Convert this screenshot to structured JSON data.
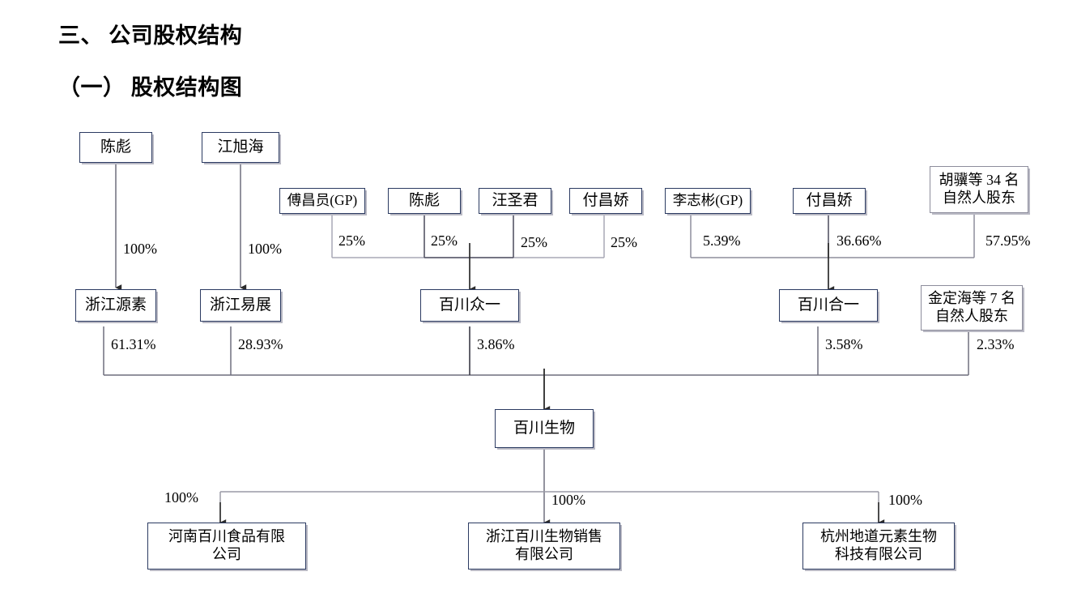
{
  "document": {
    "heading_main": "三、 公司股权结构",
    "heading_sub": "（一） 股权结构图"
  },
  "colors": {
    "box_border": "#2b3a61",
    "box_border_grey": "#8d8d9c",
    "connector": "#3a3a3a",
    "connector_light": "#9a9aa6",
    "text": "#000000",
    "background": "#ffffff"
  },
  "chart_data": {
    "type": "diagram",
    "title": "公司股权结构图",
    "nodes": [
      {
        "id": "chenbiao_top",
        "label": "陈彪",
        "level": 1
      },
      {
        "id": "jiangxuhai",
        "label": "江旭海",
        "level": 1
      },
      {
        "id": "fuchangyuan_gp",
        "label": "傅昌员(GP)",
        "level": 2
      },
      {
        "id": "chenbiao_2",
        "label": "陈彪",
        "level": 2
      },
      {
        "id": "wangshengjun",
        "label": "汪圣君",
        "level": 2
      },
      {
        "id": "fuchangjiao_2",
        "label": "付昌娇",
        "level": 2
      },
      {
        "id": "lizhibin_gp",
        "label": "李志彬(GP)",
        "level": 2
      },
      {
        "id": "fuchangjiao_3",
        "label": "付昌娇",
        "level": 2
      },
      {
        "id": "huji_34",
        "label": "胡骥等 34 名\n自然人股东",
        "level": 2
      },
      {
        "id": "zhejiang_yuansu",
        "label": "浙江源素",
        "level": 3
      },
      {
        "id": "zhejiang_yizhan",
        "label": "浙江易展",
        "level": 3
      },
      {
        "id": "baichuan_zhongyi",
        "label": "百川众一",
        "level": 3
      },
      {
        "id": "baichuan_heyi",
        "label": "百川合一",
        "level": 3
      },
      {
        "id": "jindinghai_7",
        "label": "金定海等 7 名\n自然人股东",
        "level": 3
      },
      {
        "id": "baichuan_shengwu",
        "label": "百川生物",
        "level": 4
      },
      {
        "id": "henan_baichuan",
        "label": "河南百川食品有限\n公司",
        "level": 5
      },
      {
        "id": "zhejiang_sales",
        "label": "浙江百川生物销售\n有限公司",
        "level": 5
      },
      {
        "id": "hangzhou_didao",
        "label": "杭州地道元素生物\n科技有限公司",
        "level": 5
      }
    ],
    "edges": [
      {
        "from": "chenbiao_top",
        "to": "zhejiang_yuansu",
        "label": "100%"
      },
      {
        "from": "jiangxuhai",
        "to": "zhejiang_yizhan",
        "label": "100%"
      },
      {
        "from": "fuchangyuan_gp",
        "to": "baichuan_zhongyi",
        "label": "25%"
      },
      {
        "from": "chenbiao_2",
        "to": "baichuan_zhongyi",
        "label": "25%"
      },
      {
        "from": "wangshengjun",
        "to": "baichuan_zhongyi",
        "label": "25%"
      },
      {
        "from": "fuchangjiao_2",
        "to": "baichuan_zhongyi",
        "label": "25%"
      },
      {
        "from": "lizhibin_gp",
        "to": "baichuan_heyi",
        "label": "5.39%"
      },
      {
        "from": "fuchangjiao_3",
        "to": "baichuan_heyi",
        "label": "36.66%"
      },
      {
        "from": "huji_34",
        "to": "baichuan_heyi",
        "label": "57.95%"
      },
      {
        "from": "zhejiang_yuansu",
        "to": "baichuan_shengwu",
        "label": "61.31%"
      },
      {
        "from": "zhejiang_yizhan",
        "to": "baichuan_shengwu",
        "label": "28.93%"
      },
      {
        "from": "baichuan_zhongyi",
        "to": "baichuan_shengwu",
        "label": "3.86%"
      },
      {
        "from": "baichuan_heyi",
        "to": "baichuan_shengwu",
        "label": "3.58%"
      },
      {
        "from": "jindinghai_7",
        "to": "baichuan_shengwu",
        "label": "2.33%"
      },
      {
        "from": "baichuan_shengwu",
        "to": "henan_baichuan",
        "label": "100%"
      },
      {
        "from": "baichuan_shengwu",
        "to": "zhejiang_sales",
        "label": "100%"
      },
      {
        "from": "baichuan_shengwu",
        "to": "hangzhou_didao",
        "label": "100%"
      }
    ]
  },
  "labels": {
    "chenbiao_top": "陈彪",
    "jiangxuhai": "江旭海",
    "fuchangyuan_gp": "傅昌员(GP)",
    "chenbiao_2": "陈彪",
    "wangshengjun": "汪圣君",
    "fuchangjiao_2": "付昌娇",
    "lizhibin_gp": "李志彬(GP)",
    "fuchangjiao_3": "付昌娇",
    "huji_34": "胡骥等 34 名\n自然人股东",
    "zhejiang_yuansu": "浙江源素",
    "zhejiang_yizhan": "浙江易展",
    "baichuan_zhongyi": "百川众一",
    "baichuan_heyi": "百川合一",
    "jindinghai_7": "金定海等 7 名\n自然人股东",
    "baichuan_shengwu": "百川生物",
    "henan_baichuan": "河南百川食品有限\n公司",
    "zhejiang_sales": "浙江百川生物销售\n有限公司",
    "hangzhou_didao": "杭州地道元素生物\n科技有限公司"
  },
  "percentages": {
    "chenbiao_to_yuansu": "100%",
    "jiangxuhai_to_yizhan": "100%",
    "fuchangyuan_to_zhongyi": "25%",
    "chenbiao2_to_zhongyi": "25%",
    "wangshengjun_to_zhongyi": "25%",
    "fuchangjiao2_to_zhongyi": "25%",
    "lizhibin_to_heyi": "5.39%",
    "fuchangjiao3_to_heyi": "36.66%",
    "huji_to_heyi": "57.95%",
    "yuansu_to_shengwu": "61.31%",
    "yizhan_to_shengwu": "28.93%",
    "zhongyi_to_shengwu": "3.86%",
    "heyi_to_shengwu": "3.58%",
    "jindinghai_to_shengwu": "2.33%",
    "shengwu_to_henan": "100%",
    "shengwu_to_sales": "100%",
    "shengwu_to_hangzhou": "100%"
  }
}
